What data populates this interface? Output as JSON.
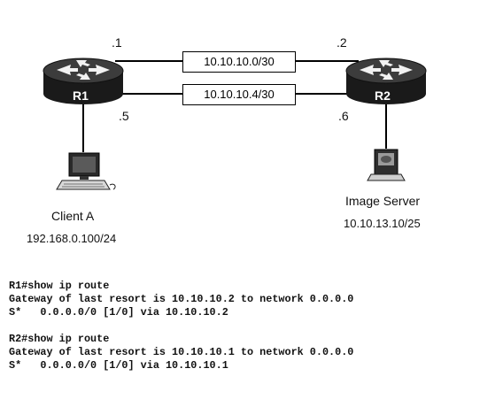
{
  "diagram": {
    "links": [
      {
        "network": "10.10.10.0/30",
        "left_ip": ".1",
        "right_ip": ".2"
      },
      {
        "network": "10.10.10.4/30",
        "left_ip": ".5",
        "right_ip": ".6"
      }
    ],
    "routers": [
      {
        "label": "R1",
        "icon": "router-icon"
      },
      {
        "label": "R2",
        "icon": "router-icon"
      }
    ],
    "client": {
      "name": "Client A",
      "ip": "192.168.0.100/24",
      "icon": "pc-icon"
    },
    "server": {
      "name": "Image Server",
      "ip": "10.10.13.10/25",
      "icon": "server-icon"
    }
  },
  "cli": {
    "r1": {
      "prompt": "R1#show ip route",
      "gateway": "Gateway of last resort is 10.10.10.2 to network 0.0.0.0",
      "route": "S*   0.0.0.0/0 [1/0] via 10.10.10.2"
    },
    "r2": {
      "prompt": "R2#show ip route",
      "gateway": "Gateway of last resort is 10.10.10.1 to network 0.0.0.0",
      "route": "S*   0.0.0.0/0 [1/0] via 10.10.10.1"
    }
  }
}
